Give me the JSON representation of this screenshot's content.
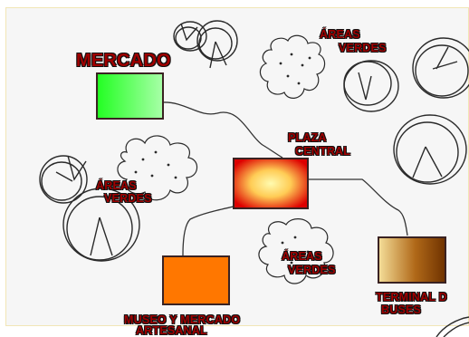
{
  "labels": {
    "mercado": "MERCADO",
    "areas_verdes_top_1": "ÁREAS",
    "areas_verdes_top_2": "VERDES",
    "plaza_central_1": "PLAZA",
    "plaza_central_2": "CENTRAL",
    "areas_verdes_left_1": "ÁREAS",
    "areas_verdes_left_2": "VERDES",
    "areas_verdes_center_1": "ÁREAS",
    "areas_verdes_center_2": "VERDES",
    "terminal_1": "TERMINAL D",
    "terminal_2": "BUSES",
    "museo_1": "MUSEO Y MERCADO",
    "museo_2": "ARTESANAL"
  },
  "colors": {
    "label_fill": "#a00000",
    "mercado_box": "#33ff33",
    "plaza_box": "#ffee66",
    "plaza_box_edge": "#dd0000",
    "museo_box": "#ff7700",
    "terminal_box_light": "#f0d890",
    "terminal_box_dark": "#7a3a00"
  },
  "icons": [
    "tree-sketch",
    "shrub-cluster-sketch",
    "connector-path"
  ]
}
